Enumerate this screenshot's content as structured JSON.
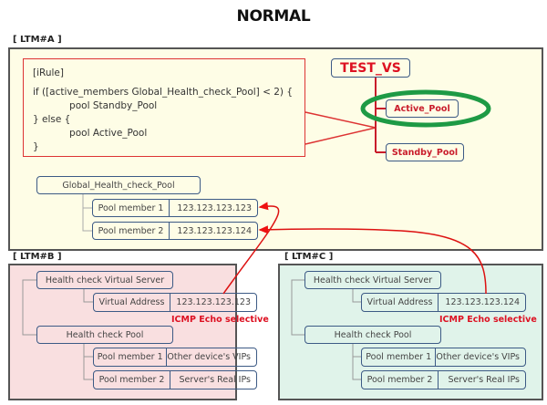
{
  "title": "NORMAL",
  "ltm_a": {
    "label": "[ LTM#A ]",
    "irule": {
      "lines": [
        "[iRule]",
        "if ([active_members Global_Health_check_Pool] < 2) {",
        "            pool Standby_Pool",
        "} else {",
        "            pool Active_Pool",
        "}"
      ]
    },
    "virtual_server": "TEST_VS",
    "active_pool": "Active_Pool",
    "standby_pool": "Standby_Pool",
    "global_pool": {
      "name": "Global_Health_check_Pool",
      "members": [
        {
          "label": "Pool member 1",
          "value": "123.123.123.123"
        },
        {
          "label": "Pool member 2",
          "value": "123.123.123.124"
        }
      ]
    }
  },
  "ltm_b": {
    "label": "[ LTM#B ]",
    "vs_name": "Health check Virtual Server",
    "virtual_address": {
      "label": "Virtual Address",
      "value": "123.123.123.123"
    },
    "icmp_note": "ICMP Echo selective",
    "pool_name": "Health check Pool",
    "members": [
      {
        "label": "Pool member 1",
        "value": "Other device's VIPs"
      },
      {
        "label": "Pool member 2",
        "value": "Server's Real IPs"
      }
    ]
  },
  "ltm_c": {
    "label": "[ LTM#C ]",
    "vs_name": "Health check Virtual Server",
    "virtual_address": {
      "label": "Virtual Address",
      "value": "123.123.123.124"
    },
    "icmp_note": "ICMP Echo selective",
    "pool_name": "Health check Pool",
    "members": [
      {
        "label": "Pool member 1",
        "value": "Other device's VIPs"
      },
      {
        "label": "Pool member 2",
        "value": "Server's Real IPs"
      }
    ]
  },
  "colors": {
    "panel_a_bg": "#fefde6",
    "panel_b_bg": "#f9dfe0",
    "panel_c_bg": "#e0f3ea",
    "accent_red": "#d12",
    "highlight_green": "#1e9a45",
    "box_border": "#3c5a85"
  }
}
